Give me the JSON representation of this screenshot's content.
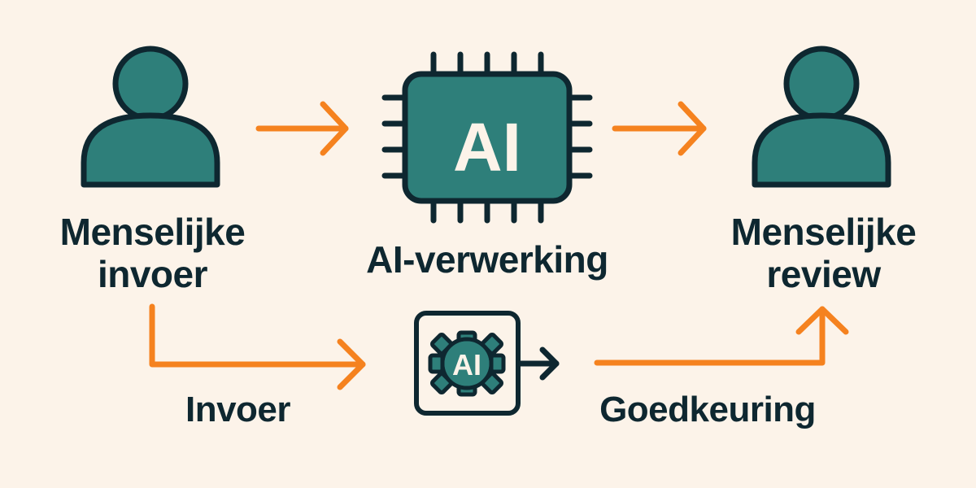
{
  "colors": {
    "background": "#fcf3e9",
    "teal": "#2e7f7a",
    "outline": "#0e2730",
    "arrow": "#f5821f",
    "text": "#0e2730"
  },
  "nodes": {
    "human_input": {
      "icon": "person-icon",
      "label_line1": "Menselijke",
      "label_line2": "invoer"
    },
    "ai_processing": {
      "icon": "ai-chip-icon",
      "chip_text": "AI",
      "label": "AI-verwerking"
    },
    "human_review": {
      "icon": "person-icon",
      "label_line1": "Menselijke",
      "label_line2": "review"
    },
    "ai_gear": {
      "icon": "ai-gear-icon",
      "gear_text": "AI"
    }
  },
  "bottom_flow": {
    "input_label": "Invoer",
    "approval_label": "Goedkeuring"
  }
}
